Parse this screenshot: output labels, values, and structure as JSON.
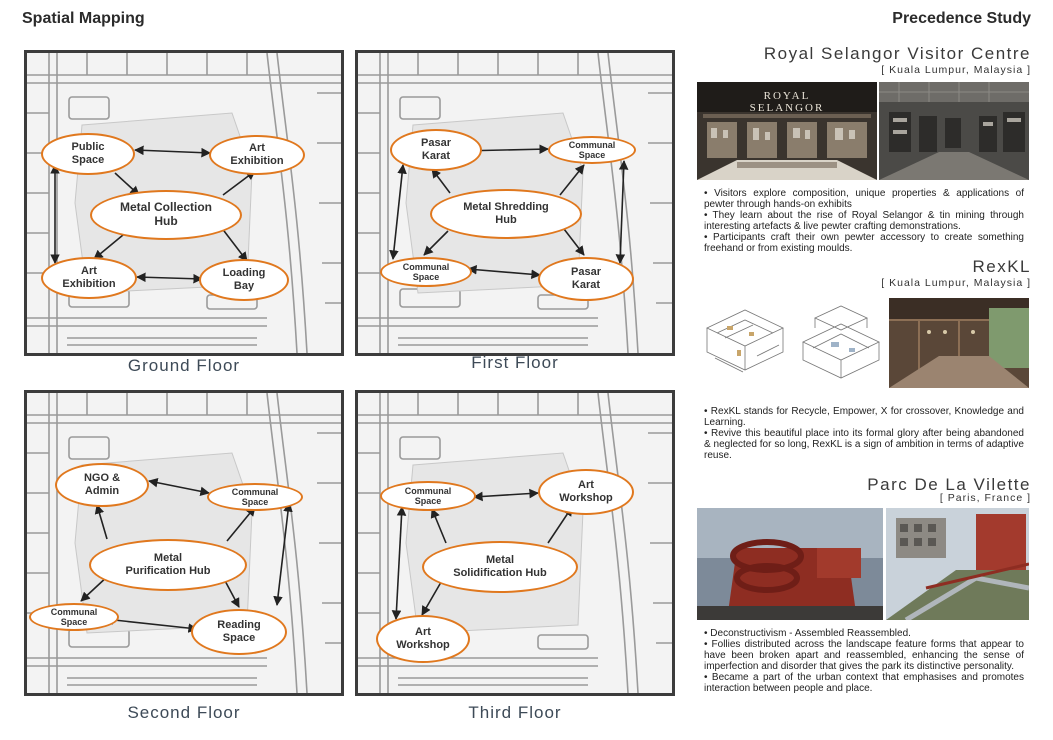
{
  "header": {
    "left_title": "Spatial Mapping",
    "right_title": "Precedence Study"
  },
  "floors": [
    {
      "label": "Ground Floor",
      "nodes": {
        "hub": "Metal Collection\nHub",
        "tl": "Public\nSpace",
        "tr": "Art\nExhibition",
        "bl": "Art\nExhibition",
        "br": "Loading\nBay"
      }
    },
    {
      "label": "First Floor",
      "nodes": {
        "hub": "Metal Shredding\nHub",
        "tl": "Pasar\nKarat",
        "tr": "Communal\nSpace",
        "bl": "Communal\nSpace",
        "br": "Pasar\nKarat"
      }
    },
    {
      "label": "Second Floor",
      "nodes": {
        "hub": "Metal\nPurification Hub",
        "tl": "NGO &\nAdmin",
        "tr": "Communal\nSpace",
        "bl": "Communal\nSpace",
        "br": "Reading\nSpace"
      }
    },
    {
      "label": "Third Floor",
      "nodes": {
        "hub": "Metal\nSolidification Hub",
        "tl": "Communal\nSpace",
        "tr": "Art\nWorkshop",
        "bl": "Art\nWorkshop"
      }
    }
  ],
  "studies": [
    {
      "title": "Royal Selangor Visitor Centre",
      "location": "[ Kuala Lumpur, Malaysia ]",
      "photo_sign": "ROYAL SELANGOR",
      "bullets": [
        "• Visitors explore composition, unique properties & applications of pewter through hands-on exhibits",
        "• They learn about the rise of Royal Selangor & tin mining through interesting artefacts & live pewter crafting demonstrations.",
        "• Participants craft their own pewter accessory to create something freehand or from existing moulds."
      ]
    },
    {
      "title": "RexKL",
      "location": "[ Kuala Lumpur, Malaysia ]",
      "bullets": [
        "• RexKL stands for Recycle, Empower, X for crossover, Knowledge and Learning.",
        "• Revive this beautiful place into its formal glory after being abandoned & neglected for so long, RexKL is a sign of ambition in terms of adaptive reuse."
      ]
    },
    {
      "title": "Parc De La Vilette",
      "location": "[ Paris, France ]",
      "bullets": [
        "• Deconstructivism - Assembled Reassembled.",
        "• Follies distributed across the landscape feature forms that appear to have been broken apart and reassembled, enhancing the sense of imperfection and disorder that gives the park its distinctive personality.",
        "• Became a part of the urban context that emphasises and promotes interaction between people and place."
      ]
    }
  ],
  "colors": {
    "accent": "#e0781e",
    "frame": "#3c3c3c",
    "label": "#3d4a57"
  }
}
